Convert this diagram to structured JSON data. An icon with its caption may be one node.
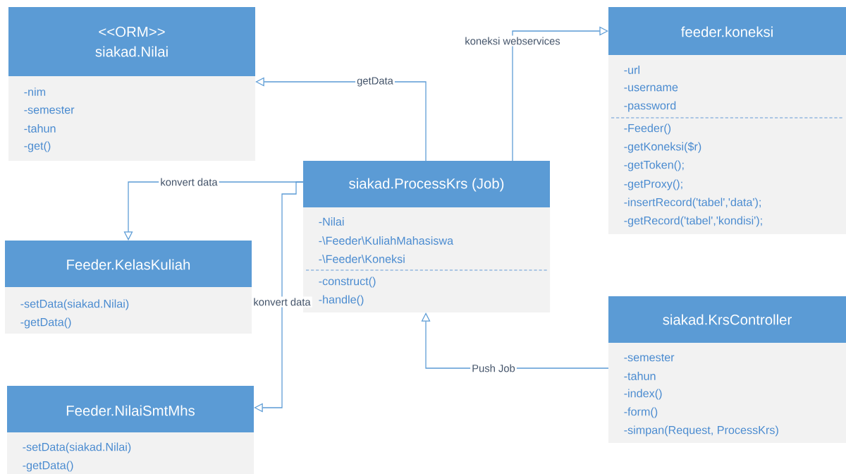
{
  "diagram": {
    "nodes": [
      {
        "text": [
          "<<ORM>>",
          "siakad.Nilai",
          "-nim",
          "-semester",
          "-tahun",
          "-get()"
        ]
      },
      {
        "text": [
          "feeder.koneksi",
          "-url",
          "-username",
          "-password",
          "-Feeder()",
          "-getKoneksi($r)",
          "-getToken();",
          "-getProxy();",
          "-insertRecord('tabel','data');",
          "-getRecord('tabel','kondisi');"
        ]
      },
      {
        "text": [
          "siakad.ProcessKrs (Job)",
          "-Nilai",
          "-\\Feeder\\KuliahMahasiswa",
          "-\\Feeder\\Koneksi",
          "-construct()",
          "-handle()"
        ]
      },
      {
        "text": [
          "Feeder.KelasKuliah",
          "-setData(siakad.Nilai)",
          "-getData()"
        ]
      },
      {
        "text": [
          "siakad.KrsController",
          "-semester",
          "-tahun",
          "-index()",
          "-form()",
          "-simpan(Request, ProcessKrs)"
        ]
      },
      {
        "text": [
          "Feeder.NilaiSmtMhs",
          "-setData(siakad.Nilai)",
          "-getData()"
        ]
      }
    ],
    "edges": [
      {
        "from": 2,
        "to": 0,
        "arrow": "to",
        "label": "getData"
      },
      {
        "from": 2,
        "to": 1,
        "arrow": "to",
        "label": "koneksi webservices"
      },
      {
        "from": 2,
        "to": 3,
        "arrow": "to",
        "label": "konvert data"
      },
      {
        "from": 2,
        "to": 5,
        "arrow": "to",
        "label": "konvert data"
      },
      {
        "from": 4,
        "to": 2,
        "arrow": "to",
        "label": "Push Job"
      }
    ]
  }
}
